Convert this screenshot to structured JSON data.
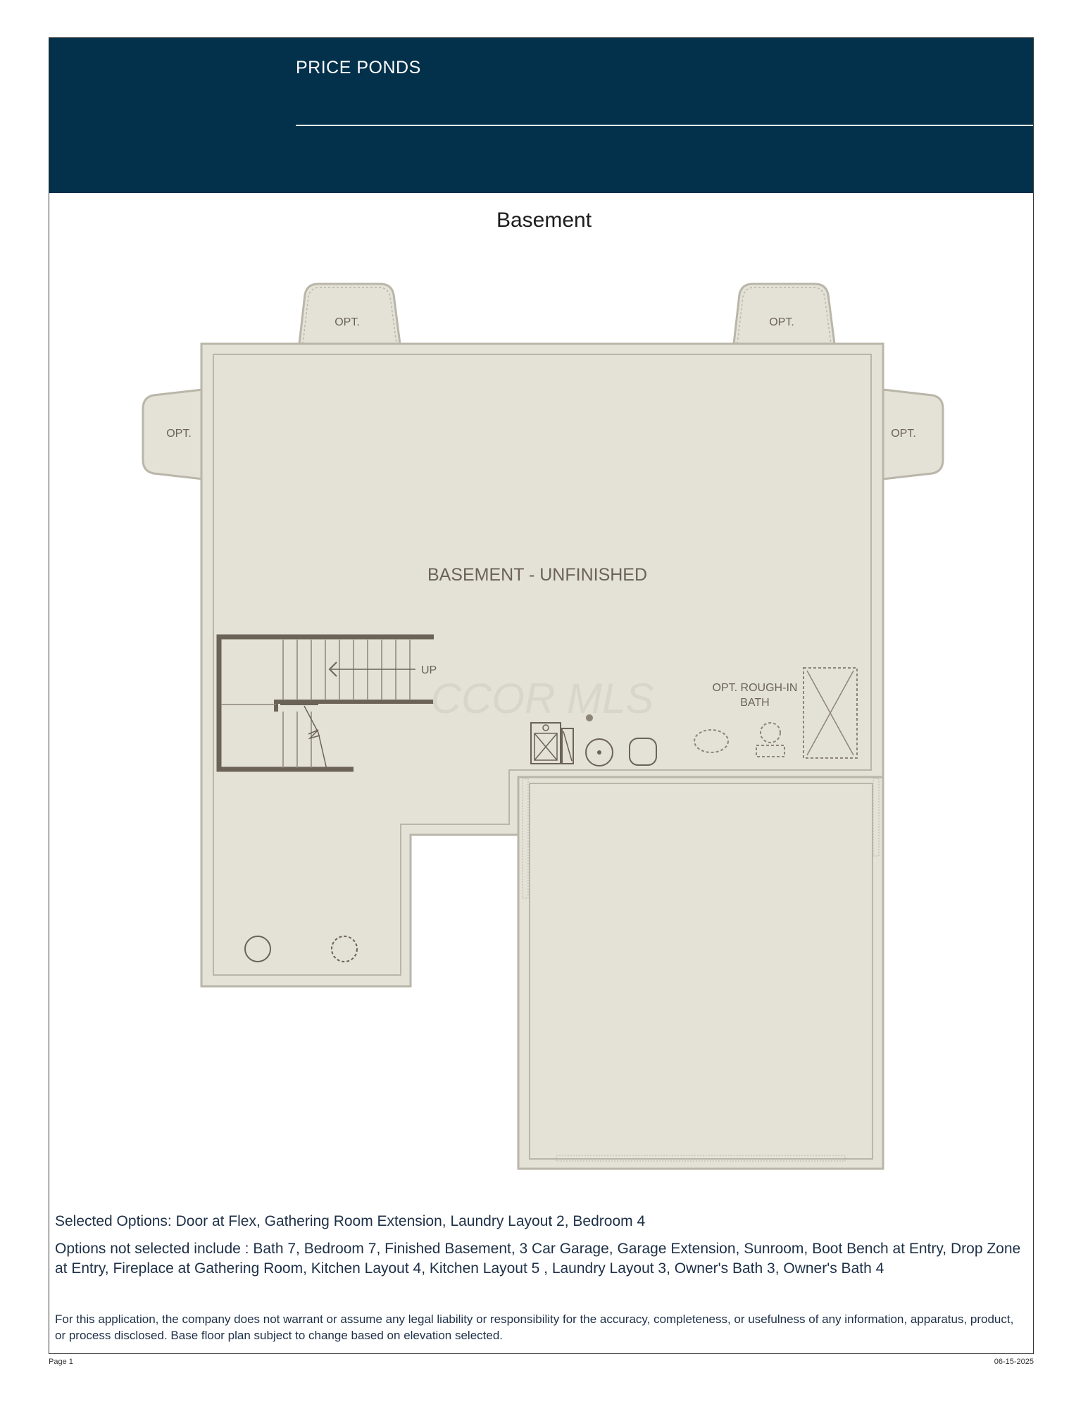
{
  "header": {
    "title": "PRICE PONDS"
  },
  "floor_title": "Basement",
  "plan": {
    "room_label": "BASEMENT - UNFINISHED",
    "stair_label": "UP",
    "opt_label": "OPT.",
    "rough_in_line1": "OPT. ROUGH-IN",
    "rough_in_line2": "BATH",
    "watermark": "CCOR MLS"
  },
  "footer": {
    "selected_options": "Selected Options: Door at Flex, Gathering Room Extension, Laundry Layout 2, Bedroom 4",
    "not_selected": "Options not selected include : Bath 7, Bedroom 7, Finished Basement, 3 Car Garage, Garage Extension, Sunroom, Boot Bench at Entry, Drop Zone at Entry, Fireplace at Gathering Room, Kitchen Layout 4, Kitchen Layout 5 , Laundry Layout 3, Owner's Bath 3, Owner's Bath 4",
    "disclaimer": "For this application, the company does not warrant or assume any legal liability or responsibility for the accuracy, completeness, or usefulness of any information, apparatus, product, or process disclosed. Base floor plan subject to change based on elevation selected.",
    "page_label": "Page 1",
    "date": "06-15-2025"
  },
  "colors": {
    "header_bg": "#03304a",
    "plan_fill": "#e4e1d7",
    "wall": "#b9b6a9",
    "stair": "#6b6357",
    "text": "#1e3047"
  }
}
